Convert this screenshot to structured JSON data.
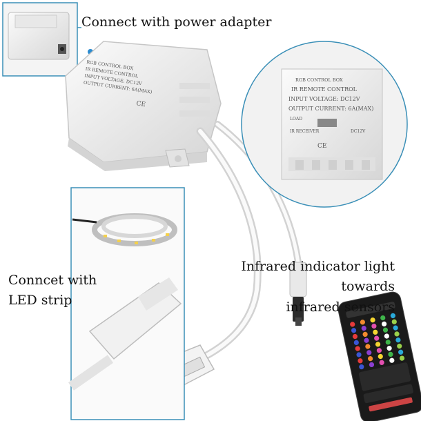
{
  "labels": {
    "power": "Connect with power adapter",
    "led_line1": "Conncet with",
    "led_line2": "LED strip",
    "ir_line1": "Infrared indicator light",
    "ir_line2": "towards",
    "ir_line3": "infrared sensors"
  },
  "box_print": {
    "line1": "RGB CONTROL BOX",
    "line2": "IR REMOTE CONTROL",
    "line3": "INPUT VOLTAGE: DC12V",
    "line4": "OUTPUT CURRENT: 6A(MAX)",
    "load": "LOAD",
    "receiver": "IR RECEIVER",
    "dc": "DC12V",
    "ce": "CE"
  },
  "colors": {
    "accent_line": "#3a8fb7",
    "dot": "#2a8bd0",
    "plastic": "#ececec",
    "plastic_shadow": "#c9c9c9",
    "remote_body": "#1a1a1a"
  },
  "remote": {
    "button_colors": [
      "#e63b3b",
      "#f28b2e",
      "#f5d531",
      "#3fb54a",
      "#2aa9d9",
      "#3a55d4",
      "#8b3fd1",
      "#e34fb0",
      "#ffffff",
      "#9ad04a"
    ]
  }
}
